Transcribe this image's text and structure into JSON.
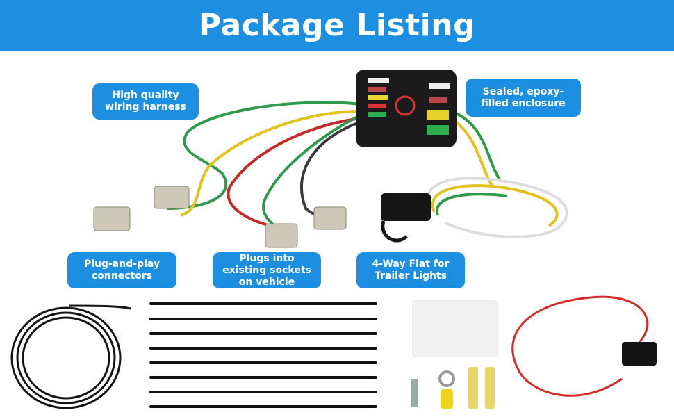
{
  "title": "Package Listing",
  "callouts": {
    "harness": "High quality wiring harness",
    "enclosure": "Sealed, epoxy-filled enclosure",
    "connectors": "Plug-and-play connectors",
    "sockets": "Plugs into existing sockets on vehicle",
    "flat4": "4-Way Flat for Trailer Lights"
  },
  "colors": {
    "accent": "#1d8fe1"
  }
}
